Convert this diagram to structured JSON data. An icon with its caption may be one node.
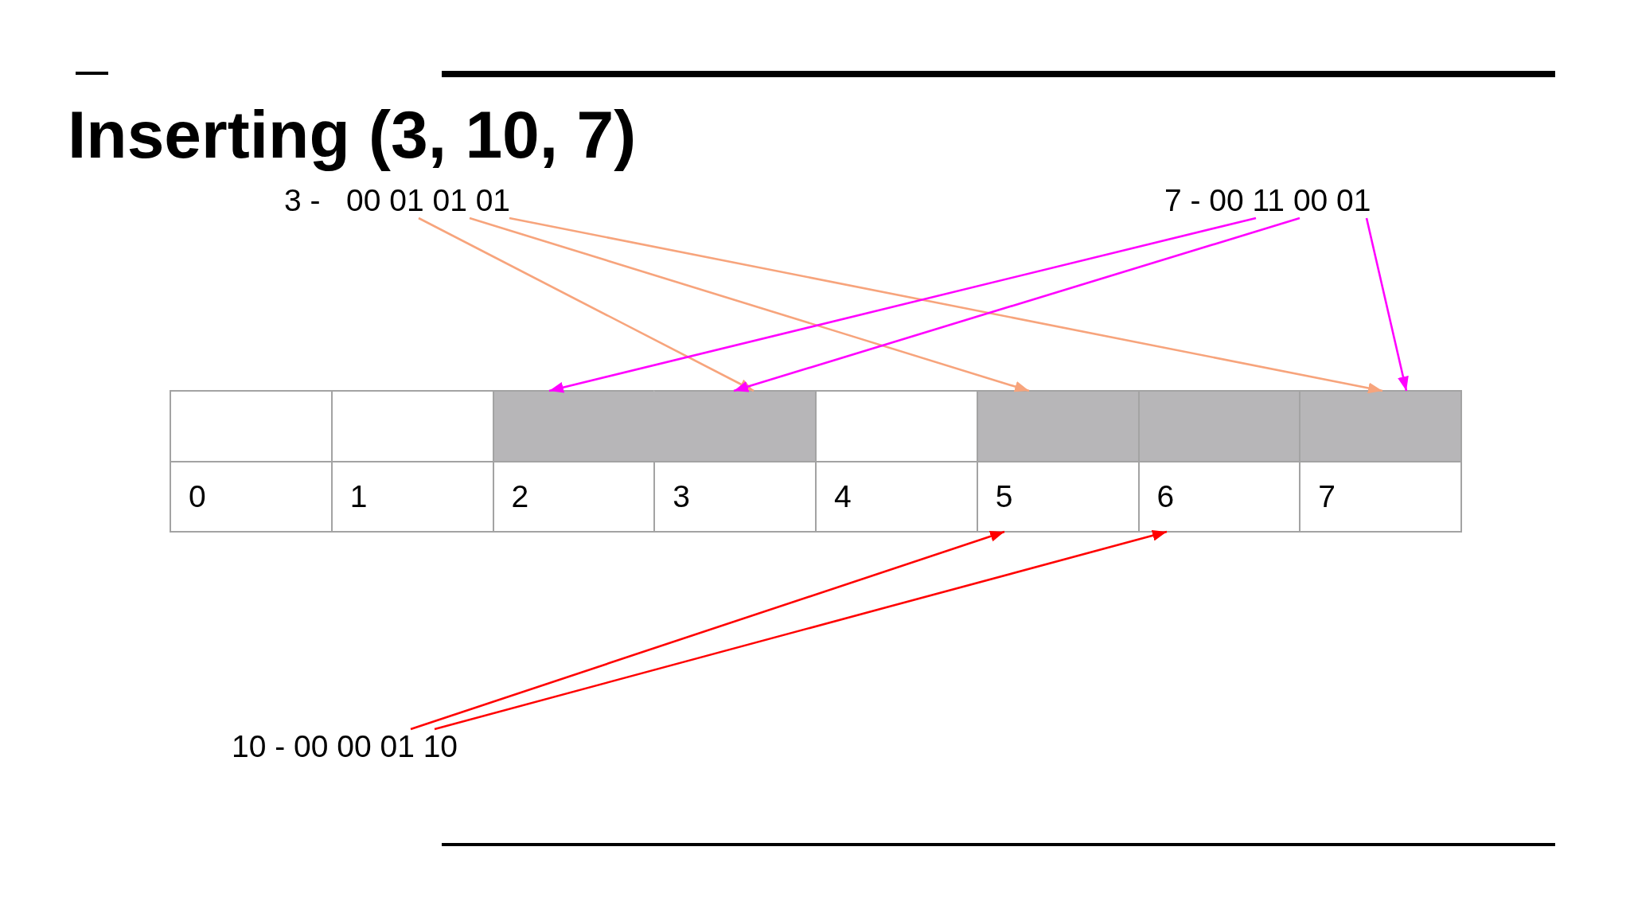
{
  "diagram": {
    "title": "Inserting (3, 10, 7)",
    "nodes": [
      {
        "text": [
          "3 -   00 01 01 01"
        ]
      },
      {
        "text": [
          "7 - 00 11 00 01"
        ]
      },
      {
        "text": [],
        "shape": "box"
      },
      {
        "text": [],
        "shape": "box"
      },
      {
        "text": [],
        "shape": "box"
      },
      {
        "text": [],
        "shape": "box"
      },
      {
        "text": [],
        "shape": "box"
      },
      {
        "text": [],
        "shape": "box"
      },
      {
        "text": [],
        "shape": "box"
      },
      {
        "text": [],
        "shape": "box"
      },
      {
        "text": [
          "0"
        ]
      },
      {
        "text": [
          "1"
        ]
      },
      {
        "text": [
          "2"
        ]
      },
      {
        "text": [
          "3"
        ]
      },
      {
        "text": [
          "4"
        ]
      },
      {
        "text": [
          "5"
        ]
      },
      {
        "text": [
          "6"
        ]
      },
      {
        "text": [
          "7"
        ]
      },
      {
        "text": [
          "10 - 00 00 01 10"
        ]
      }
    ],
    "edges": [
      {
        "from": 0,
        "to": 5,
        "arrow": "to",
        "color": "#f7a47c"
      },
      {
        "from": 0,
        "to": 7,
        "arrow": "to",
        "color": "#f7a47c"
      },
      {
        "from": 0,
        "to": 9,
        "arrow": "to",
        "color": "#f7a47c"
      },
      {
        "from": 1,
        "to": 4,
        "arrow": "to",
        "color": "#ff00ff"
      },
      {
        "from": 1,
        "to": 5,
        "arrow": "to",
        "color": "#ff00ff"
      },
      {
        "from": 1,
        "to": 9,
        "arrow": "to",
        "color": "#ff00ff"
      },
      {
        "from": 18,
        "to": 15,
        "arrow": "to",
        "color": "#ff0000"
      },
      {
        "from": 18,
        "to": 16,
        "arrow": "to",
        "color": "#ff0000"
      }
    ]
  }
}
